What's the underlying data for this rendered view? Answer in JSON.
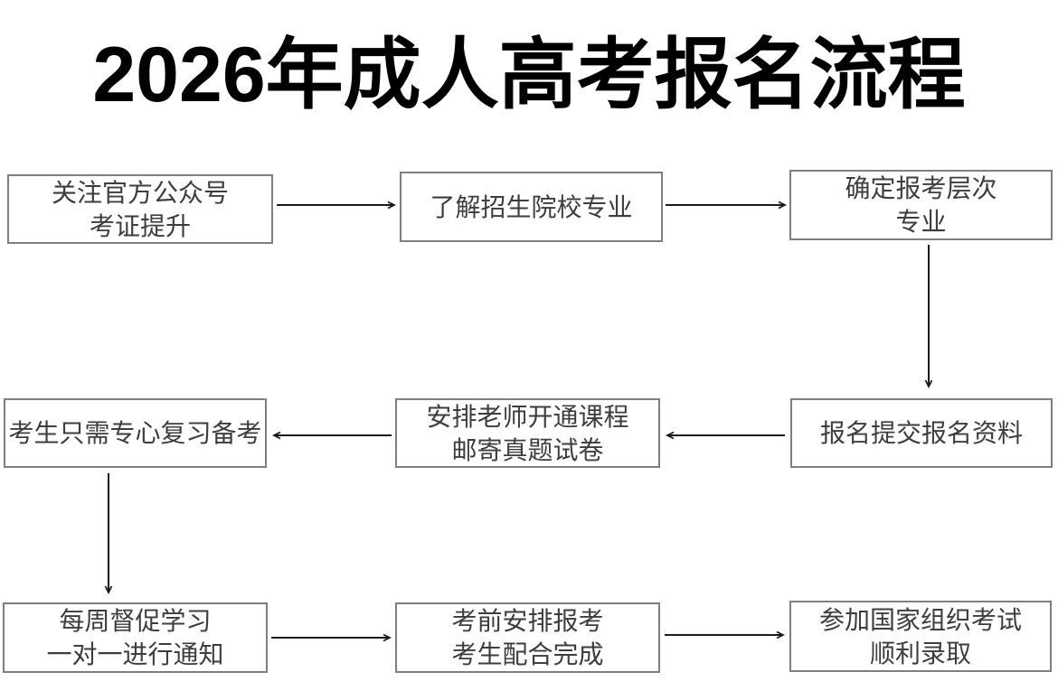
{
  "title": "2026年成人高考报名流程",
  "colors": {
    "background": "#ffffff",
    "title_text": "#000000",
    "box_border": "#7f7f7f",
    "box_text": "#3d3d3d",
    "arrow": "#1a1a1a"
  },
  "nodes": [
    {
      "id": "step-1",
      "lines": [
        "关注官方公众号",
        "考证提升"
      ]
    },
    {
      "id": "step-2",
      "lines": [
        "了解招生院校专业"
      ]
    },
    {
      "id": "step-3",
      "lines": [
        "确定报考层次",
        "专业"
      ]
    },
    {
      "id": "step-4",
      "lines": [
        "报名提交报名资料"
      ]
    },
    {
      "id": "step-5",
      "lines": [
        "安排老师开通课程",
        "邮寄真题试卷"
      ]
    },
    {
      "id": "step-6",
      "lines": [
        "考生只需专心复习备考"
      ]
    },
    {
      "id": "step-7",
      "lines": [
        "每周督促学习",
        "一对一进行通知"
      ]
    },
    {
      "id": "step-8",
      "lines": [
        "考前安排报考",
        "考生配合完成"
      ]
    },
    {
      "id": "step-9",
      "lines": [
        "参加国家组织考试",
        "顺利录取"
      ]
    }
  ],
  "edges": [
    {
      "from": "step-1",
      "to": "step-2",
      "direction": "right"
    },
    {
      "from": "step-2",
      "to": "step-3",
      "direction": "right"
    },
    {
      "from": "step-3",
      "to": "step-4",
      "direction": "down"
    },
    {
      "from": "step-4",
      "to": "step-5",
      "direction": "left"
    },
    {
      "from": "step-5",
      "to": "step-6",
      "direction": "left"
    },
    {
      "from": "step-6",
      "to": "step-7",
      "direction": "down"
    },
    {
      "from": "step-7",
      "to": "step-8",
      "direction": "right"
    },
    {
      "from": "step-8",
      "to": "step-9",
      "direction": "right"
    }
  ]
}
